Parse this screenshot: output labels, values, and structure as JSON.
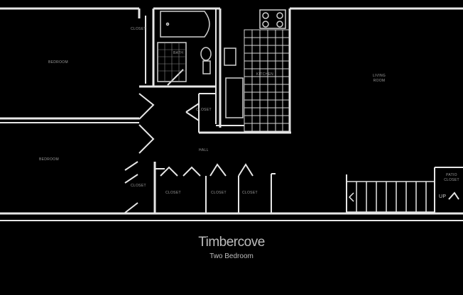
{
  "colors": {
    "background": "#000000",
    "wall": "#e6e6e6",
    "fixture": "#cfcfcf",
    "label": "#9a9a9a"
  },
  "rooms": {
    "bedroom_1": "Bedroom",
    "bedroom_2": "Bedroom",
    "bath": "Bath",
    "kitchen": "Kitchen",
    "living_room": "Living Room",
    "hall": "Hall",
    "closet_top": "Closet",
    "closet_linen": "Closet",
    "closet_hall_1": "Closet",
    "closet_hall_2": "Closet",
    "closet_hall_3": "Closet",
    "closet_bedroom": "Closet",
    "patio": "Patio Closet",
    "up_marker": "UP"
  },
  "footer": {
    "title": "Timbercove",
    "subtitle": "Two Bedroom"
  }
}
